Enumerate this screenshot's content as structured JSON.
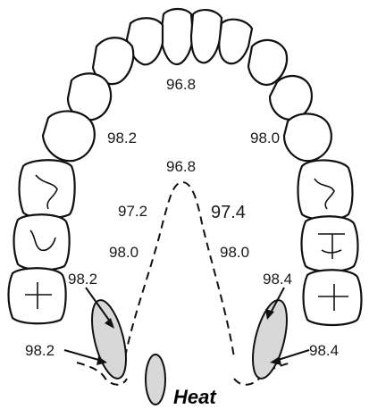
{
  "labels": {
    "top": "96.8",
    "upper_left": "98.2",
    "upper_right": "98.0",
    "center": "96.8",
    "mid_left": "97.2",
    "mid_right": "97.4",
    "lower_mid_left": "98.0",
    "lower_mid_right": "98.0",
    "gland_left_upper": "98.2",
    "gland_right_upper": "98.4",
    "gland_left_lower": "98.2",
    "gland_right_lower": "98.4"
  },
  "caption": "Heat",
  "colors": {
    "gland_fill": "#d8d8d8",
    "outline": "#111111"
  }
}
